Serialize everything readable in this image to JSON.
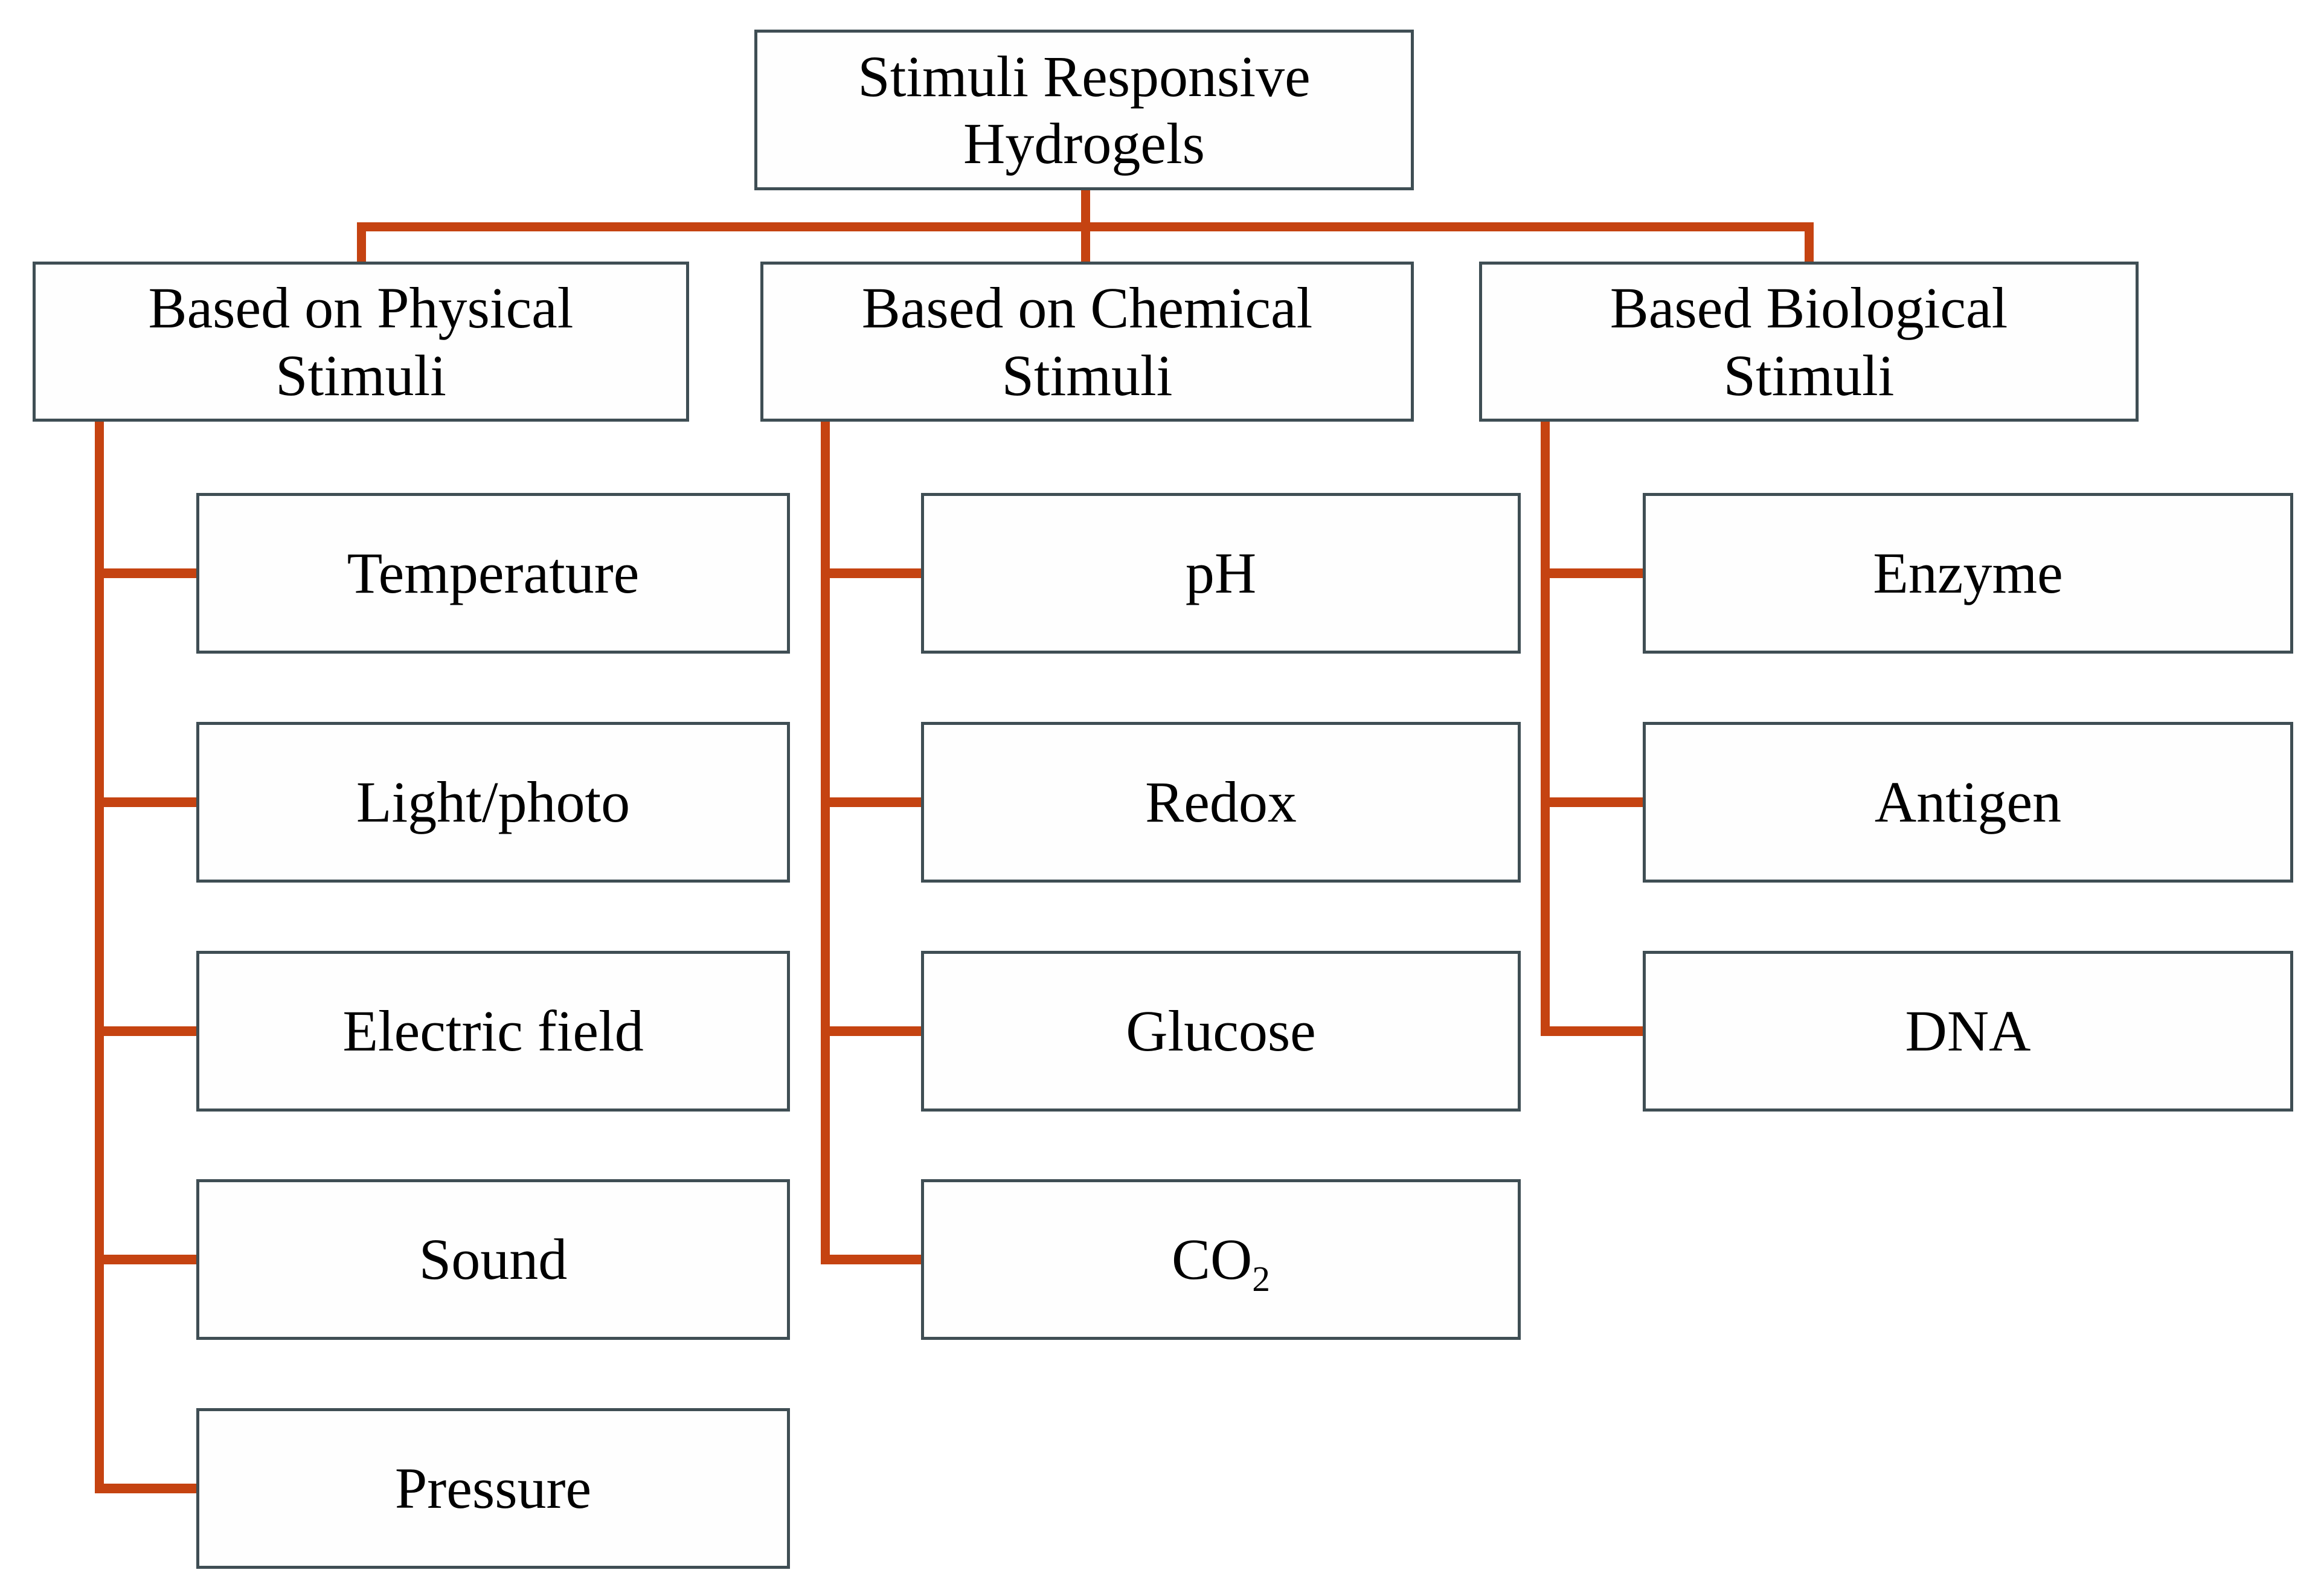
{
  "diagram": {
    "title": "Stimuli Responsive Hydrogels",
    "colors": {
      "connector": "#c54311",
      "box_border": "#3f4e54",
      "text": "#000000",
      "background": "#ffffff"
    },
    "root": {
      "label": "Stimuli Responsive Hydrogels"
    },
    "columns": [
      {
        "label": "Based on Physical Stimuli",
        "children": [
          {
            "label": "Temperature"
          },
          {
            "label": "Light/photo"
          },
          {
            "label": "Electric field"
          },
          {
            "label": "Sound"
          },
          {
            "label": "Pressure"
          }
        ]
      },
      {
        "label": "Based on Chemical Stimuli",
        "children": [
          {
            "label": "pH"
          },
          {
            "label": "Redox"
          },
          {
            "label": "Glucose"
          },
          {
            "label": "CO",
            "sub": "2"
          }
        ]
      },
      {
        "label": "Based Biological Stimuli",
        "children": [
          {
            "label": "Enzyme"
          },
          {
            "label": "Antigen"
          },
          {
            "label": "DNA"
          }
        ]
      }
    ]
  }
}
